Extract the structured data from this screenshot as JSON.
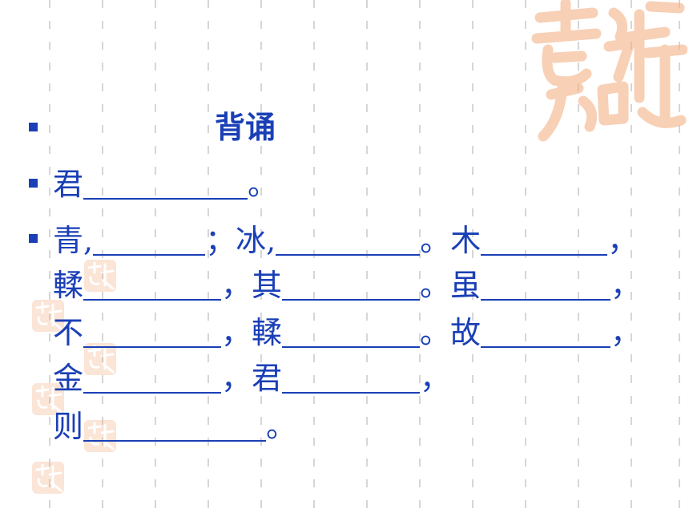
{
  "slide": {
    "title": "背诵",
    "line1": {
      "start": "君",
      "end": "。"
    },
    "line2": {
      "a": "青,",
      "b": "；冰,",
      "c": "。木",
      "d": "，"
    },
    "line3": {
      "a": "輮",
      "b": "，其",
      "c": "。虽",
      "d": "，"
    },
    "line4": {
      "a": "不",
      "b": "，輮",
      "c": "。故",
      "d": "，"
    },
    "line5": {
      "a": "金",
      "b": "，君",
      "c": "，"
    },
    "line6": {
      "a": "则",
      "b": "。"
    }
  },
  "decor": {
    "seal_icon": "jixiang-seal-icon",
    "seal_color": "#f3b187",
    "text_color": "#1a3fb6"
  }
}
